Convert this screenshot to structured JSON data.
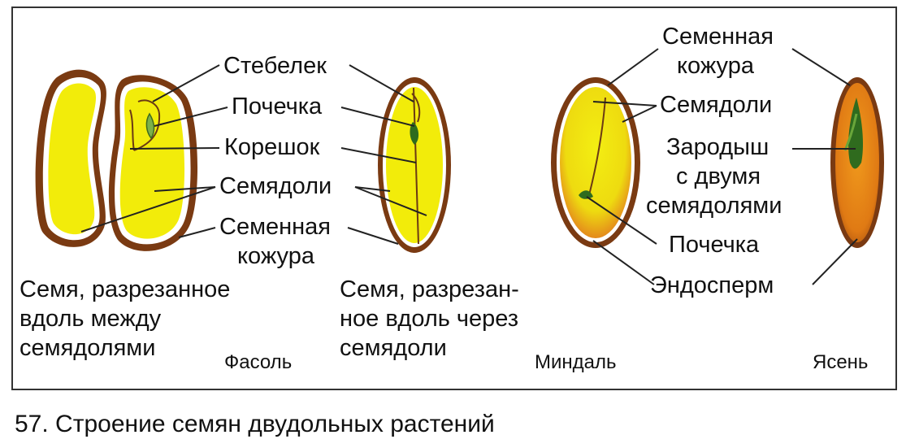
{
  "labels": {
    "stebelek": "Стебелек",
    "pochechka": "Почечка",
    "koreshok": "Корешок",
    "semyadoli": "Семядоли",
    "semennaya_kozhura_line1": "Семенная",
    "semennaya_kozhura_line2": "кожура",
    "right_semennaya_line1": "Семенная",
    "right_semennaya_line2": "кожура",
    "right_semyadoli": "Семядоли",
    "zarodysh_line1": "Зародыш",
    "zarodysh_line2": "с двумя",
    "zarodysh_line3": "семядолями",
    "right_pochechka": "Почечка",
    "endosperm": "Эндосперм"
  },
  "captions": {
    "seed_between_line1": "Семя, разрезанное",
    "seed_between_line2": "вдоль между",
    "seed_between_line3": "семядолями",
    "seed_through_line1": "Семя, разрезан-",
    "seed_through_line2": "ное вдоль через",
    "seed_through_line3": "семядоли"
  },
  "plant_names": {
    "fasol": "Фасоль",
    "mindal": "Миндаль",
    "yasen": "Ясень"
  },
  "figure_caption": "57. Строение семян двудольных растений",
  "colors": {
    "cotyledon_yellow": "#f2ec0a",
    "seed_coat_brown": "#7a3a12",
    "embryo_green": "#2f6b1e",
    "endosperm_orange": "#e0861a"
  }
}
